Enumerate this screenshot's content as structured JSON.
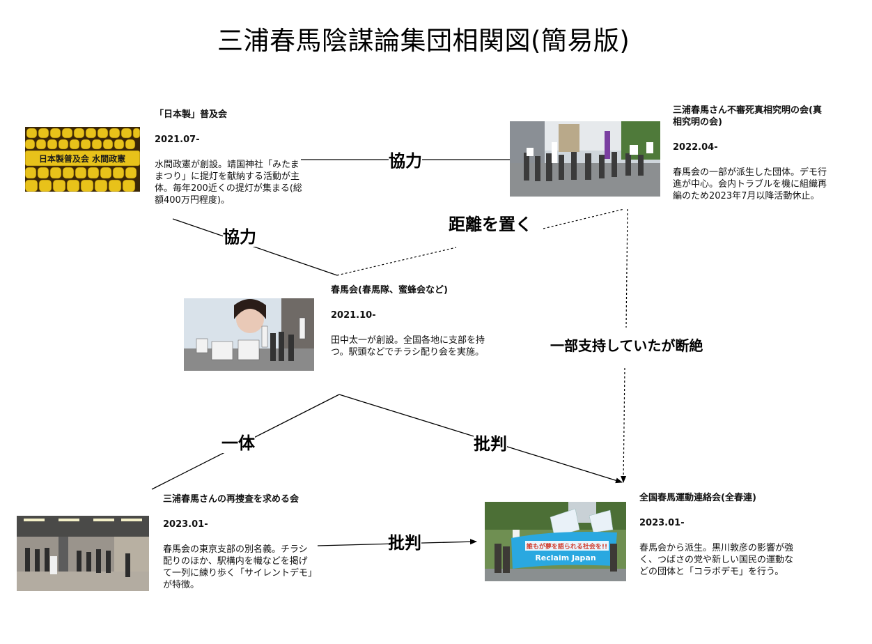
{
  "title": "三浦春馬陰謀論集団相関図(簡易版)",
  "nodes": {
    "nihonsei": {
      "name": "「日本製」普及会",
      "date": "2021.07-",
      "desc": "水間政憲が創設。靖国神社「みたままつり」に提灯を献納する活動が主体。毎年200近くの提灯が集まる(総額400万円程度)。",
      "photo_text": "日本製普及会 水間政憲"
    },
    "shinso": {
      "name": "三浦春馬さん不審死真相究明の会(真相究明の会)",
      "date": "2022.04-",
      "desc": "春馬会の一部が派生した団体。デモ行進が中心。会内トラブルを機に組織再編のため2023年7月以降活動休止。"
    },
    "harumakai": {
      "name": "春馬会(春馬隊、蜜蜂会など)",
      "date": "2021.10-",
      "desc": "田中太一が創設。全国各地に支部を持つ。駅頭などでチラシ配り会を実施。"
    },
    "saisousa": {
      "name": "三浦春馬さんの再捜査を求める会",
      "date": "2023.01-",
      "desc": "春馬会の東京支部の別名義。チラシ配りのほか、駅構内を幟などを掲げて一列に練り歩く「サイレントデモ」が特徴。"
    },
    "zenharuren": {
      "name": "全国春馬運動連絡会(全春連)",
      "date": "2023.01-",
      "desc": "春馬会から派生。黒川敦彦の影響が強く、つばさの党や新しい国民の運動などの団体と「コラボデモ」を行う。",
      "banner_text": "誰もが夢を語られる社会を!!",
      "banner_sub": "Reclaim Japan"
    }
  },
  "relations": {
    "nihonsei_shinso": "協力",
    "nihonsei_harumakai": "協力",
    "harumakai_shinso": "距離を置く",
    "shinso_zenharuren": "一部支持していたが断絶",
    "harumakai_saisousa": "一体",
    "harumakai_zenharuren": "批判",
    "saisousa_zenharuren": "批判"
  },
  "colors": {
    "lantern": "#e8c21a",
    "banner": "#2aa8e0"
  }
}
